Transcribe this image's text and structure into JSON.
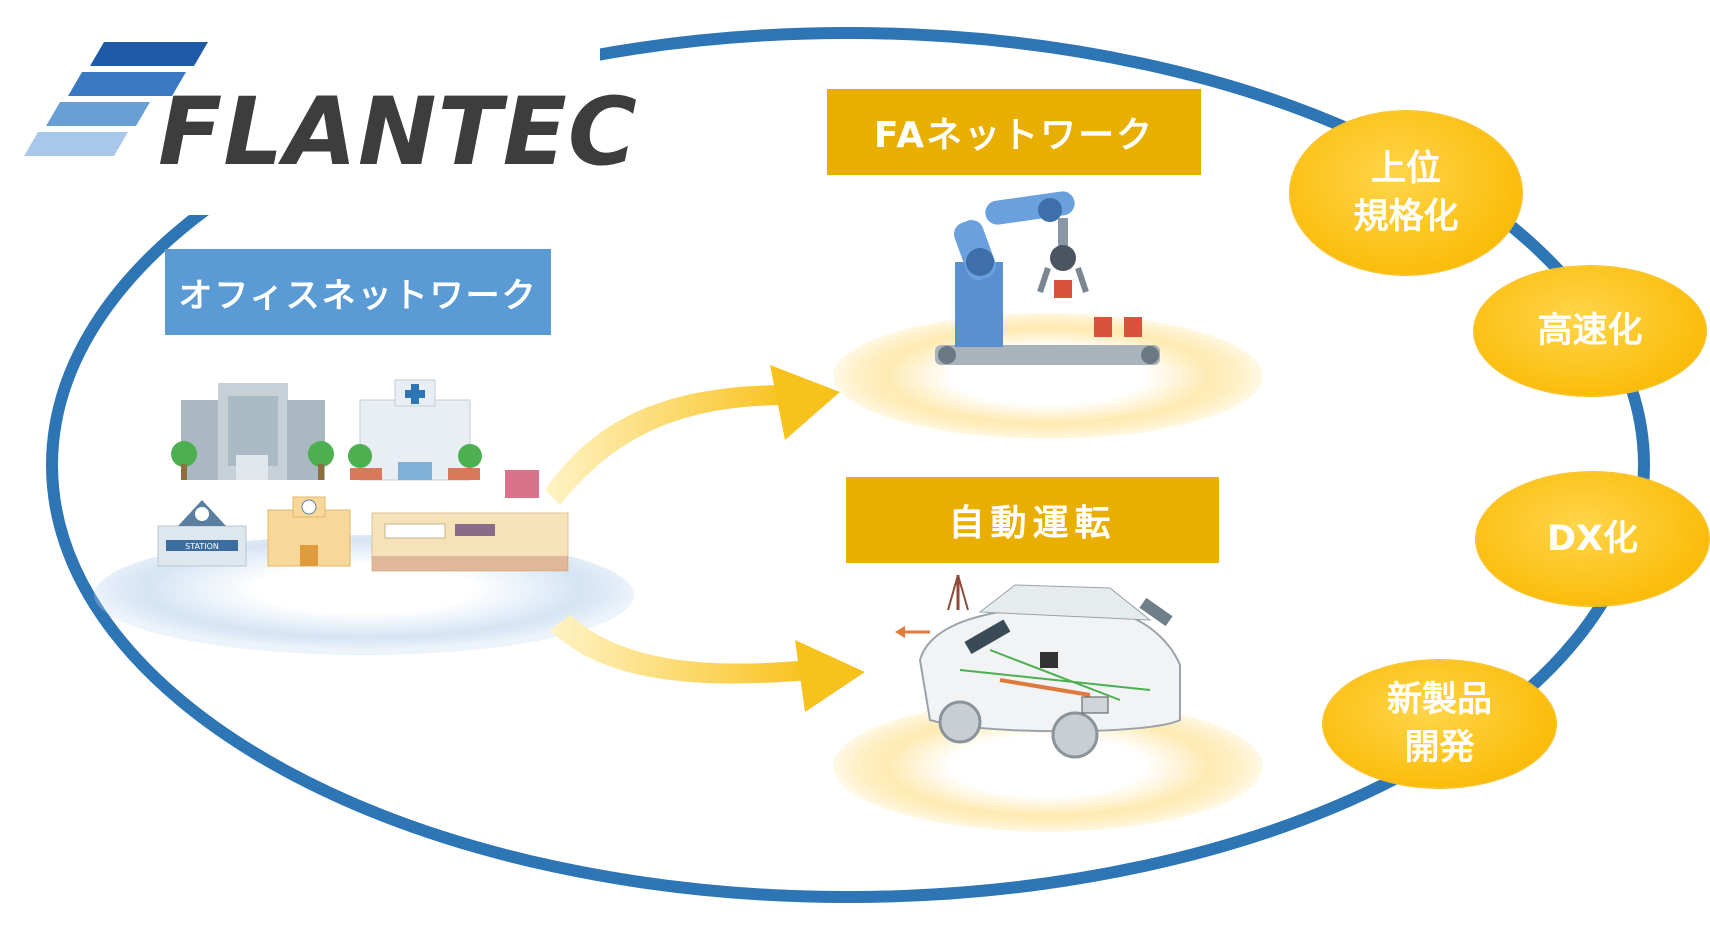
{
  "logo": {
    "text": "FLANTEC"
  },
  "office": {
    "label": "オフィスネットワーク",
    "station_sign": "STATION"
  },
  "fa": {
    "label": "FAネットワーク"
  },
  "auto": {
    "label": "自動運転"
  },
  "benefits": [
    {
      "line1": "上位",
      "line2": "規格化"
    },
    {
      "line1": "高速化",
      "line2": ""
    },
    {
      "line1": "DX化",
      "line2": ""
    },
    {
      "line1": "新製品",
      "line2": "開発"
    }
  ],
  "colors": {
    "ring": "#2e75b6",
    "office_label": "#5b9bd5",
    "gold_label": "#e8ae00",
    "bubble": "#fbbd0c",
    "logo_text": "#3d3d3d",
    "logo_stripes": [
      "#1f5aa6",
      "#3a78c2",
      "#6a9fd6",
      "#a9c7ea"
    ]
  }
}
